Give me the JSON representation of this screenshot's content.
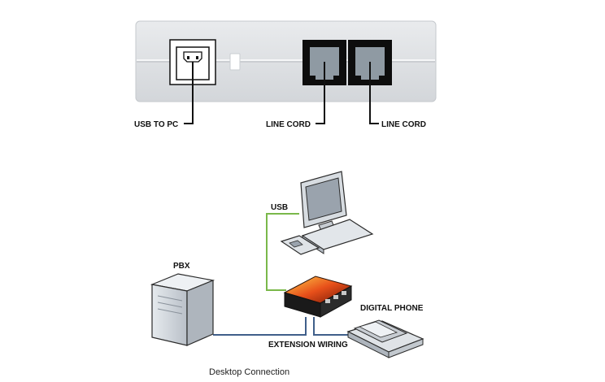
{
  "device_panel": {
    "ports": [
      {
        "label": "USB TO PC"
      },
      {
        "label": "LINE CORD"
      },
      {
        "label": "LINE CORD"
      }
    ]
  },
  "network": {
    "usb_label": "USB",
    "pbx_label": "PBX",
    "phone_label": "DIGITAL PHONE",
    "wiring_label": "EXTENSION WIRING"
  },
  "caption": "Desktop Connection",
  "colors": {
    "usb_cable": "#7ab84a",
    "extension_cable": "#3f5f8a",
    "panel": "#e4e6e8"
  }
}
